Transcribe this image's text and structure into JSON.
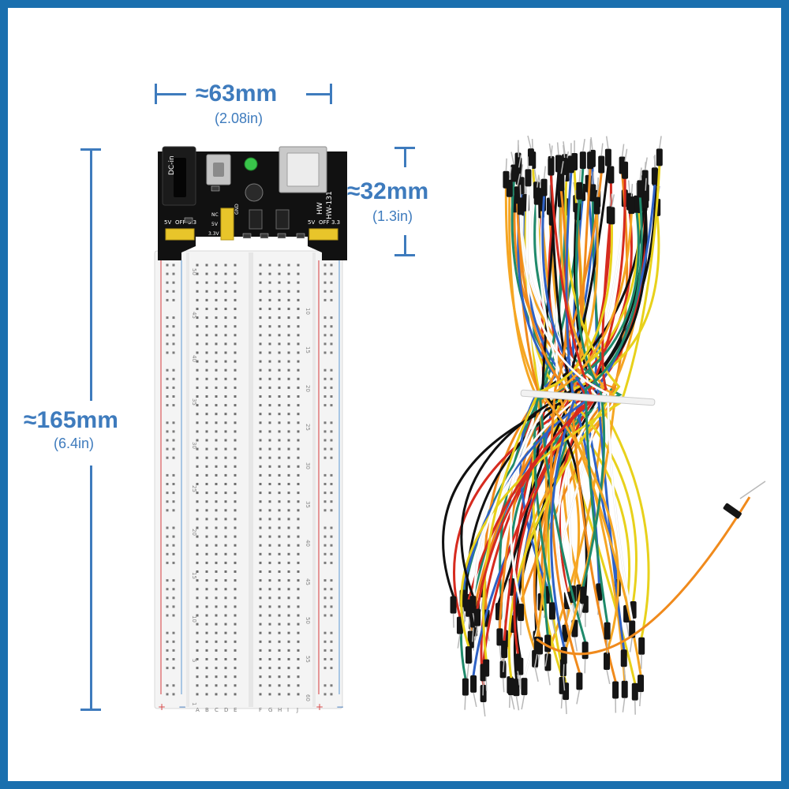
{
  "dimensions": {
    "width": {
      "value": "≈63mm",
      "imperial": "(2.08in)"
    },
    "module_height": {
      "value": "≈32mm",
      "imperial": "(1.3in)"
    },
    "length": {
      "value": "≈165mm",
      "imperial": "(6.4in)"
    }
  },
  "power_module": {
    "jack_label": "DC-in",
    "model_line1": "HW",
    "model_line2": "HW-131",
    "left_jumper": {
      "v5": "5V",
      "off": "OFF",
      "v33": "3.3"
    },
    "right_jumper": {
      "v5": "5V",
      "off": "OFF",
      "v33": "3.3"
    },
    "mid_labels": {
      "nc": "NC",
      "v5": "5V",
      "v33": "3.3V",
      "gnd": "GND"
    }
  },
  "breadboard": {
    "rail_plus": "+",
    "rail_minus": "−",
    "left_numbers": [
      "50",
      "45",
      "40",
      "35",
      "30",
      "25",
      "20",
      "15",
      "10",
      "5",
      "1"
    ],
    "right_numbers": [
      "10",
      "15",
      "20",
      "25",
      "30",
      "35",
      "40",
      "45",
      "50",
      "55",
      "60"
    ],
    "letters_left": [
      "A",
      "B",
      "C",
      "D",
      "E"
    ],
    "letters_right": [
      "F",
      "G",
      "H",
      "I",
      "J"
    ]
  },
  "colors": {
    "accent": "#3e7bbd",
    "border": "#1a6fae",
    "pcb": "#111111",
    "board": "#f4f4f4",
    "rail_red": "#e0787a",
    "rail_blue": "#8fb6de"
  },
  "wire_colors": [
    "#2f62c6",
    "#f5a623",
    "#e8d11b",
    "#d62b1f",
    "#1f8a6b",
    "#ffffff",
    "#111111",
    "#f08a1c"
  ]
}
